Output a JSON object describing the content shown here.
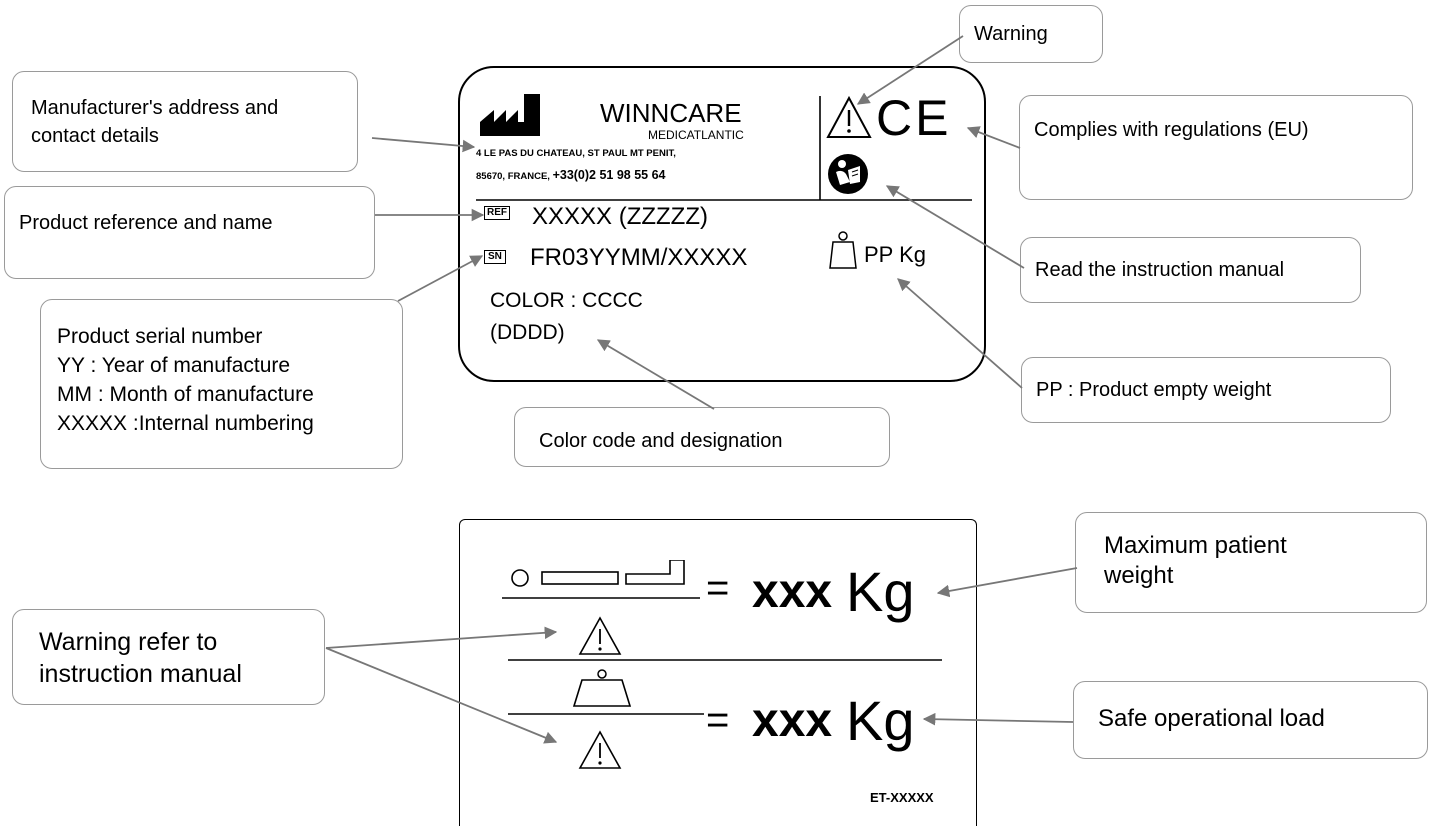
{
  "callouts": {
    "warning": "Warning",
    "manufacturer": "Manufacturer's address and\ncontact details",
    "ce": "Complies with regulations (EU)",
    "product_ref": "Product reference and name",
    "read_manual": "Read the instruction manual",
    "serial": "Product serial number\nYY : Year of manufacture\nMM : Month of manufacture\nXXXXX :Internal numbering",
    "pp_weight": "PP : Product empty weight",
    "color_code": "Color code and designation",
    "max_patient": "Maximum patient\nweight",
    "warning_refer": "Warning refer to\ninstruction manual",
    "safe_load": "Safe operational load"
  },
  "label": {
    "brand": "WINNCARE",
    "sub_brand": "MEDICATLANTIC",
    "address_line1": "4 LE PAS DU CHATEAU, ST PAUL MT PENIT,",
    "address_line2_prefix": "85670, FRANCE, ",
    "phone": "+33(0)2 51 98 55 64",
    "ce_mark": "CE",
    "ref_symbol": "REF",
    "ref_value": "XXXXX (ZZZZZ)",
    "sn_symbol": "SN",
    "sn_value": "FR03YYMM/XXXXX",
    "weight_value": "PP Kg",
    "color_line1": "COLOR : CCCC",
    "color_line2": "(DDDD)"
  },
  "load_label": {
    "max_value": "xxx",
    "max_unit": "Kg",
    "load_value": "xxx",
    "load_unit": "Kg",
    "equals": "=",
    "code": "ET-XXXXX"
  }
}
